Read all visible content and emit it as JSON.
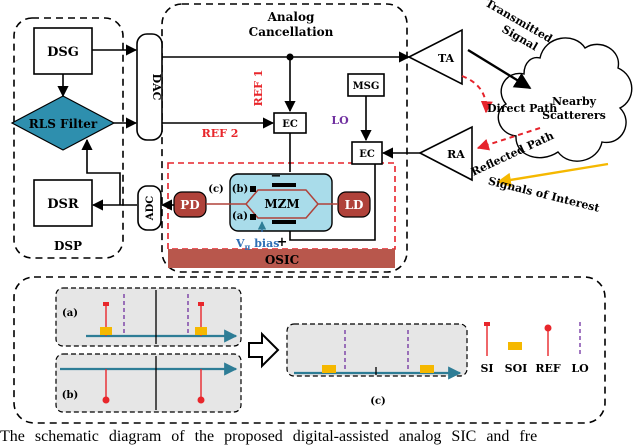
{
  "blocks": {
    "dsg": "DSG",
    "dac": "DAC",
    "rls_filter": "RLS Filter",
    "dsr": "DSR",
    "adc": "ADC",
    "dsp": "DSP",
    "analog_title_line1": "Analog",
    "analog_title_line2": "Cancellation",
    "ref1": "REF 1",
    "ref2": "REF 2",
    "ec1": "EC",
    "ec2": "EC",
    "msg": "MSG",
    "lo": "LO",
    "pd": "PD",
    "mzm": "MZM",
    "ld": "LD",
    "vpi_bias": "V",
    "vpi_sub": "π",
    "vpi_bias_suffix": " bias",
    "osic": "OSIC",
    "ta": "TA",
    "ra": "RA",
    "port_a": "(a)",
    "port_b": "(b)",
    "port_c": "(c)",
    "minus": "−",
    "plus": "+"
  },
  "labels": {
    "transmitted_line1": "Transmitted",
    "transmitted_line2": "Signal",
    "direct_path": "Direct Path",
    "reflected_path": "Reflected Path",
    "nearby_line1": "Nearby",
    "nearby_line2": "Scatterers",
    "signals_of_interest": "Signals of Interest"
  },
  "spectrum": {
    "panel_a": "(a)",
    "panel_b": "(b)",
    "panel_c": "(c)",
    "legend": [
      "SI",
      "SOI",
      "REF",
      "LO"
    ]
  },
  "colors": {
    "teal": "#2e7d96",
    "light_teal": "#a9dcea",
    "pd_red": "#b0423a",
    "osic": "#b8574c",
    "red_arrow": "#e6232b",
    "yellow_arrow": "#f5b800",
    "purple": "#7030a0",
    "ref_red": "#e8262b",
    "vpi_blue": "#2f6fb5",
    "panel_gray": "#e6e6e6",
    "soi_yellow": "#f5b800"
  },
  "caption": "The schematic diagram of the proposed digital-assisted analog SIC and fre"
}
